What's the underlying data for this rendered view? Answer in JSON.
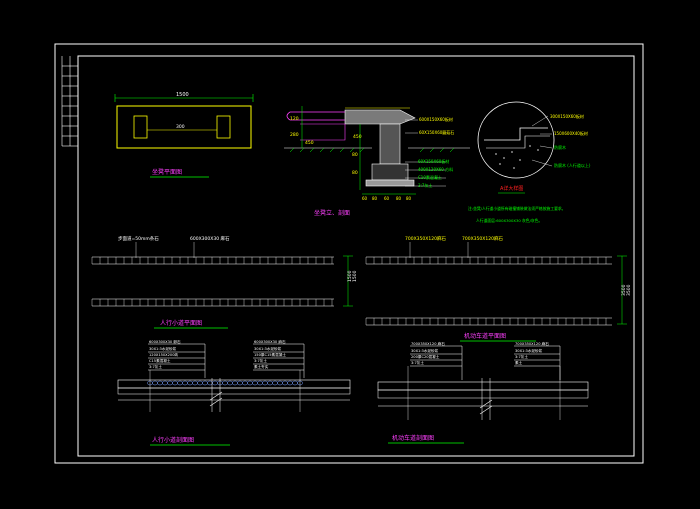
{
  "colors": {
    "background": "#000000",
    "frame": "#ffffff",
    "heading": "#ff40ff",
    "heading_underline": "#00ff00",
    "note": "#00ff00",
    "dimension": "#00ff00",
    "cyan": "#00ffff",
    "yellow": "#ffff00",
    "magenta": "#ff00ff",
    "red": "#ff2020",
    "grey": "#b0b0b0"
  },
  "bench": {
    "plan_title": "坐凳平面图",
    "plan_width": "1500",
    "plan_inner": "300",
    "section_title": "坐凳立、剖面",
    "dims": [
      "120",
      "280",
      "450",
      "450",
      "80",
      "80",
      "60",
      "80",
      "60",
      "80",
      "80"
    ],
    "callouts": [
      "600X150X60板材",
      "60X150X60蘑菇石",
      "60X150X60板材",
      "400X120X60 方料",
      "C10素混凝土",
      "3:7灰土"
    ]
  },
  "detail": {
    "callouts": [
      "300X150X60板材",
      "150X600X40板材",
      "防腐木",
      "防腐木 (人行道以上)"
    ],
    "title": "A详大样图",
    "notes": [
      "注:坐凳/人行道小道所有碰撞铺装做法须严格按施工要求。",
      "人行道面层:600X300X30 灰色/灰色。"
    ]
  },
  "walkway": {
    "top_left_labels": [
      "步面道=50mm条石",
      "600X300X30 麻石"
    ],
    "top_right_labels": [
      "700X350X120麻石",
      "700X350X120麻石"
    ],
    "left_dims": [
      "1500",
      "1500"
    ],
    "right_dims": [
      "3500",
      "3500"
    ],
    "plan_left_title": "人行小道平面图",
    "plan_right_title": "机动车道平面图",
    "section_left_title": "人行小道剖面图",
    "section_right_title": "机动车道剖面图"
  },
  "legends": {
    "section_left_a": [
      "600X300X30 卵石",
      "30X1:3水泥砂浆",
      "120X150X200砖",
      "C15素混凝土",
      "3:7灰土"
    ],
    "section_left_b": [
      "600X300X30 麻石",
      "30X1:3水泥砂浆",
      "150厚C15素混凝土",
      "3:7灰土",
      "素土夯实"
    ],
    "section_right_a": [
      "700X350X120 麻石",
      "30X1:3水泥砂浆",
      "200厚C20混凝土",
      "3:7灰土"
    ],
    "section_right_b": [
      "700X350X120 麻石",
      "30X1:3水泥砂浆",
      "3:7灰土",
      "素土"
    ]
  }
}
